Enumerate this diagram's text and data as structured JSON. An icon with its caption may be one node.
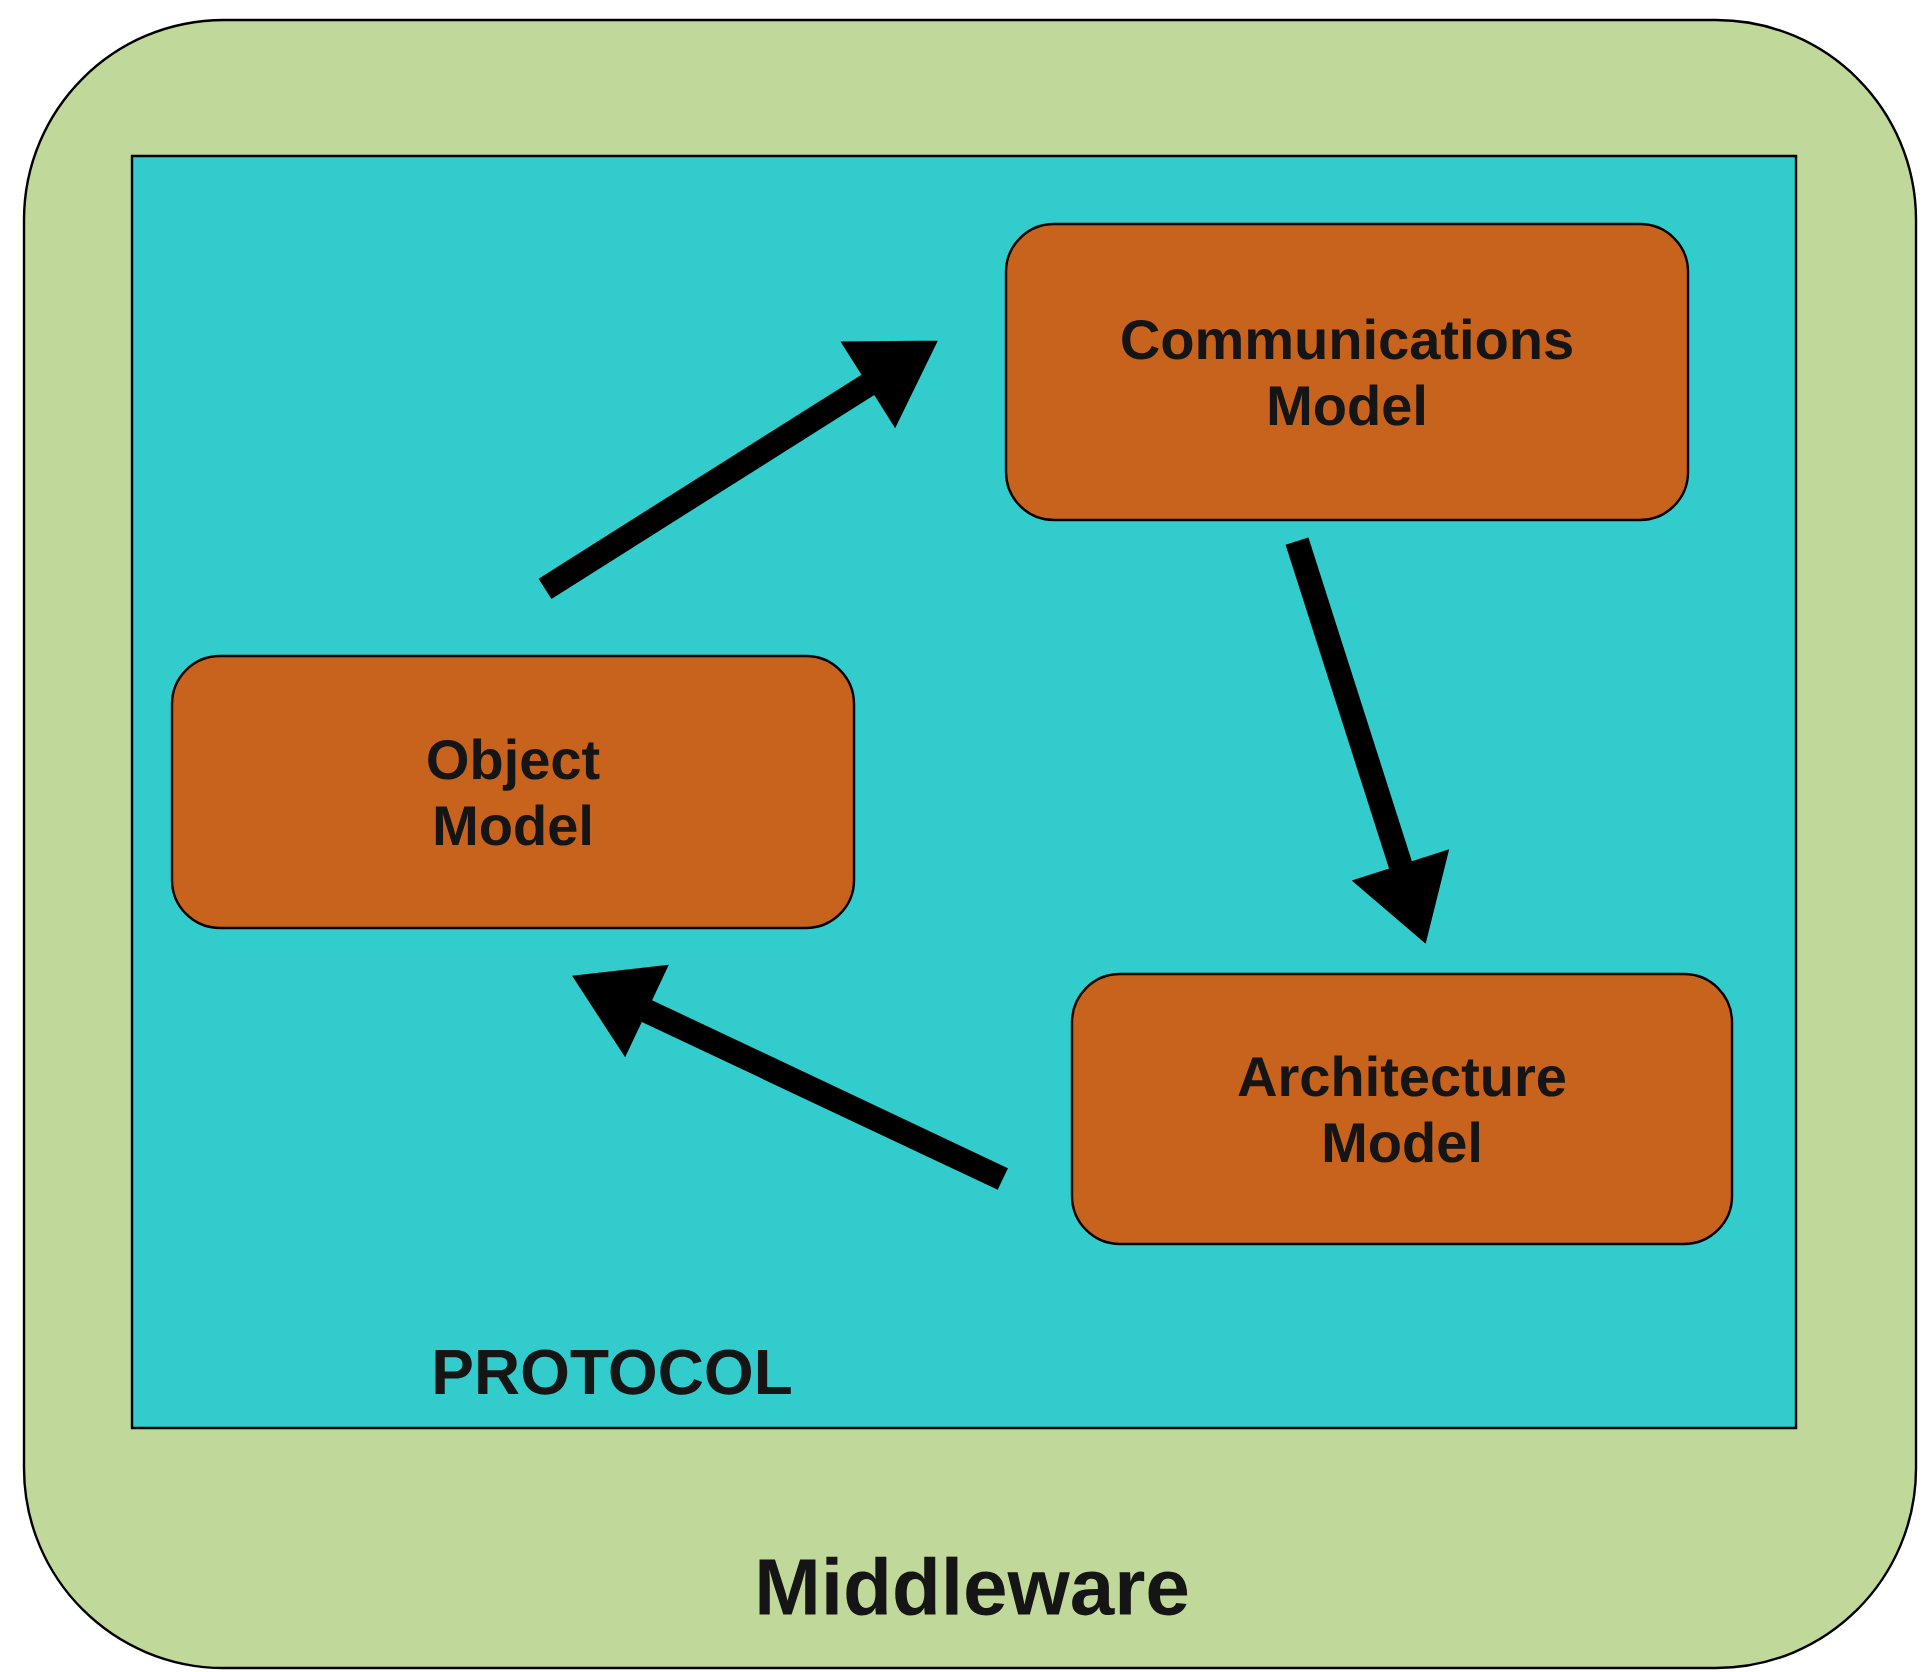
{
  "diagram": {
    "nodes": [
      {
        "text": [
          "Middleware"
        ]
      },
      {
        "text": [
          "PROTOCOL"
        ],
        "in": 0
      },
      {
        "text": [
          "Communications Model"
        ],
        "in": 1
      },
      {
        "text": [
          "Architecture Model"
        ],
        "in": 1
      },
      {
        "text": [
          "Object Model"
        ],
        "in": 1
      }
    ],
    "edges": [
      {
        "from": 4,
        "to": 2,
        "arrow": "to"
      },
      {
        "from": 2,
        "to": 3,
        "arrow": "to"
      },
      {
        "from": 3,
        "to": 4,
        "arrow": "to"
      }
    ]
  }
}
